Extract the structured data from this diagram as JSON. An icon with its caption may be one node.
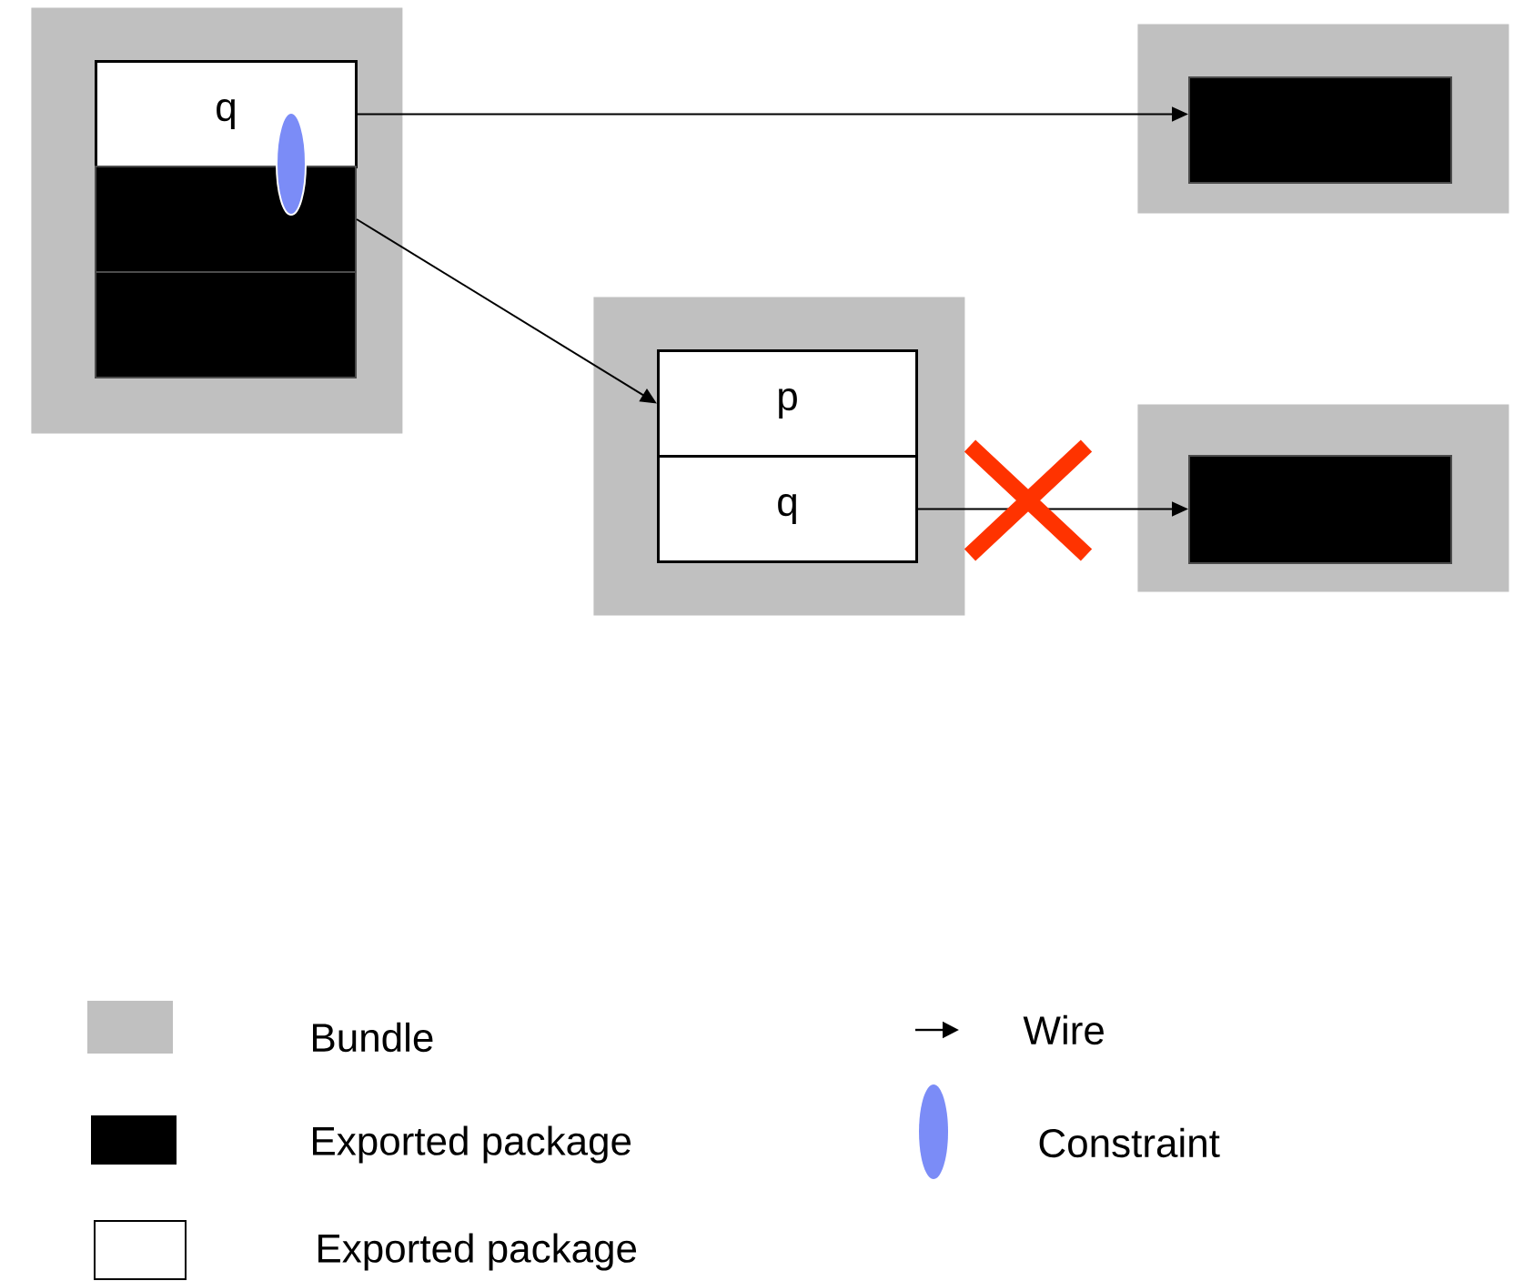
{
  "diagram": {
    "nodes": [
      {
        "text": [],
        "shape": "box"
      },
      {
        "text": [
          "q"
        ],
        "in": 0
      },
      {
        "text": [],
        "shape": "box",
        "in": 0
      },
      {
        "text": [],
        "shape": "box",
        "in": 0
      },
      {
        "text": [],
        "shape": "box"
      },
      {
        "text": [],
        "shape": "box",
        "in": 4
      },
      {
        "text": [],
        "shape": "box"
      },
      {
        "text": [
          "p"
        ],
        "in": 6
      },
      {
        "text": [
          "q"
        ],
        "in": 6
      },
      {
        "text": [],
        "shape": "box"
      },
      {
        "text": [],
        "shape": "box",
        "in": 9
      }
    ],
    "edges": [
      {
        "from": 1,
        "to": 5,
        "arrow": "to"
      },
      {
        "from": 2,
        "to": 7,
        "arrow": "to"
      },
      {
        "from": 8,
        "to": 10,
        "arrow": "to"
      }
    ],
    "legend": [
      {
        "text": "Bundle",
        "color": "#c0c0c0"
      },
      {
        "text": "Exported package",
        "color": "#000000"
      },
      {
        "text": "Exported package"
      },
      {
        "text": "Wire"
      },
      {
        "text": "Constraint",
        "color": "#7b8cf7"
      }
    ]
  }
}
